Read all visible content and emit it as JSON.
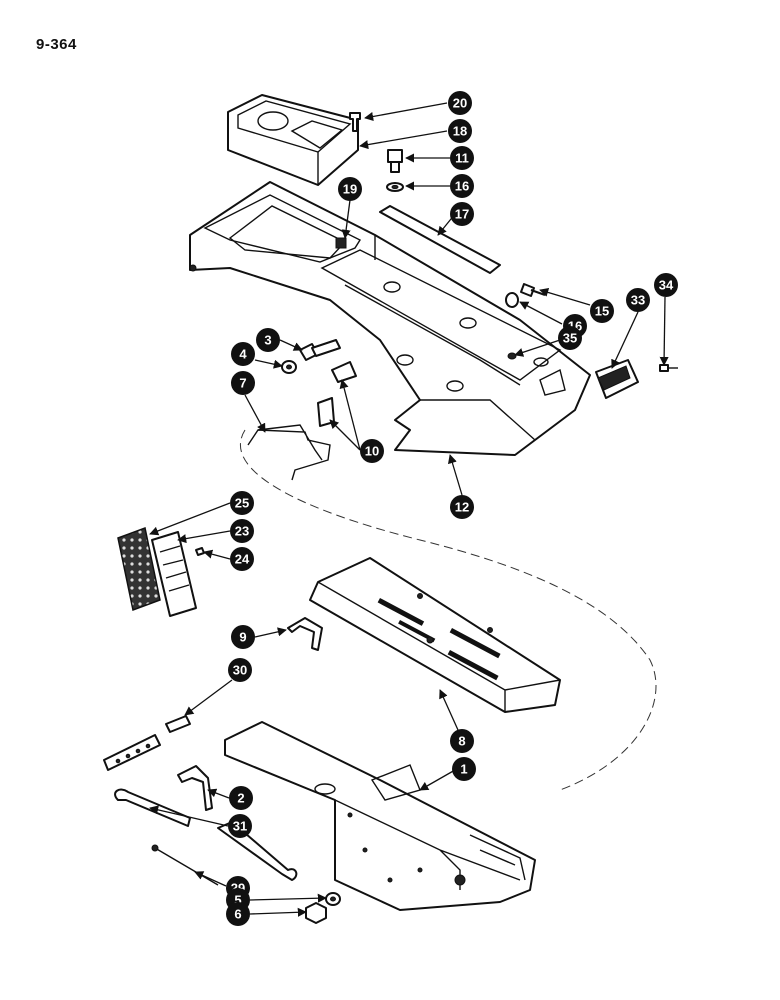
{
  "page_number": "9-364",
  "callouts": [
    "20",
    "18",
    "11",
    "16",
    "17",
    "19",
    "15",
    "16",
    "33",
    "34",
    "35",
    "3",
    "4",
    "7",
    "10",
    "12",
    "25",
    "23",
    "24",
    "9",
    "30",
    "8",
    "1",
    "2",
    "31",
    "29",
    "5",
    "6"
  ]
}
